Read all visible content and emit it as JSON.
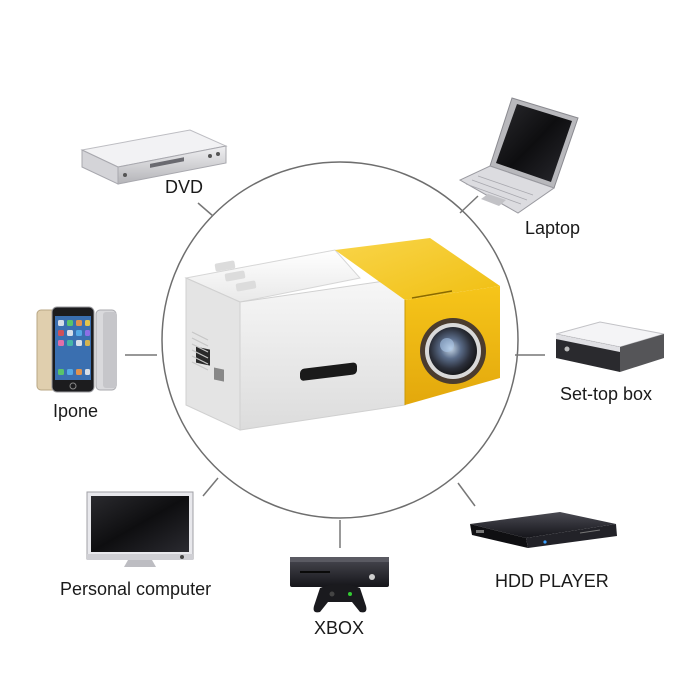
{
  "labels": {
    "dvd": "DVD",
    "laptop": "Laptop",
    "ipone": "Ipone",
    "settop": "Set-top box",
    "pc": "Personal computer",
    "hdd": "HDD PLAYER",
    "xbox": "XBOX"
  },
  "colors": {
    "projector_body": "#f4f4f4",
    "projector_accent": "#f2c316",
    "lens_ring": "#5a4a3a",
    "circle_stroke": "#6e6e6e",
    "device_dark": "#1e1e22",
    "device_silver": "#c8c8cc"
  }
}
